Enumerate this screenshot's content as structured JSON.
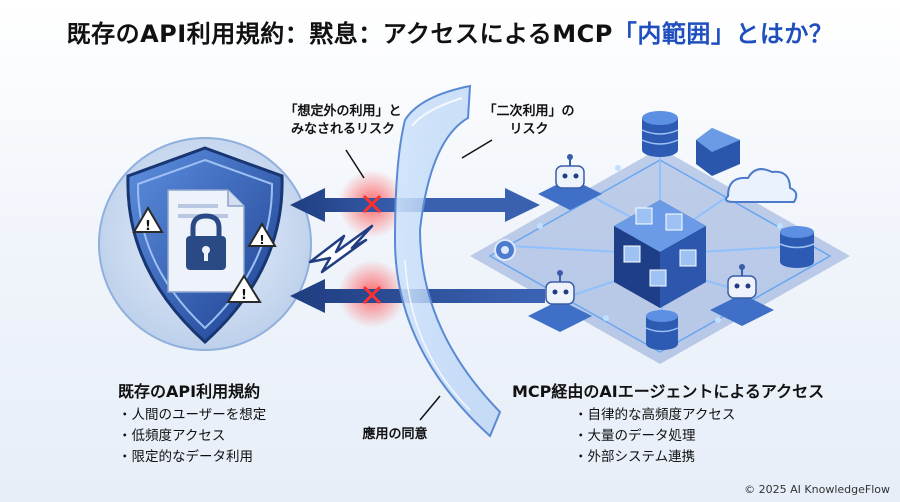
{
  "title": {
    "main": "既存のAPI利用規約：黙息：アクセスによるMCP",
    "accent": "「内範囲」とはか？"
  },
  "labels": {
    "risk_unintended_line1": "「想定外の利用」と",
    "risk_unintended_line2": "みなされるリスク",
    "risk_secondary_line1": "「二次利用」の",
    "risk_secondary_line2": "リスク",
    "consent": "應用の同意"
  },
  "left": {
    "heading": "既存のAPI利用規約",
    "bullets": [
      "人間のユーザーを想定",
      "低頻度アクセス",
      "限定的なデータ利用"
    ]
  },
  "right": {
    "heading": "MCP経由のAIエージェントによるアクセス",
    "bullets": [
      "自律的な高頻度アクセス",
      "大量のデータ処理",
      "外部システム連携"
    ]
  },
  "icons": {
    "shield": "shield-icon",
    "document": "document-icon",
    "lock": "lock-icon",
    "warning": "warning-icon",
    "barrier": "glass-barrier",
    "robot": "robot-icon",
    "database": "database-icon",
    "cloud": "cloud-icon",
    "cube": "cube-network-icon"
  },
  "colors": {
    "accent": "#1f4fbf",
    "shield_dark": "#1c3f8f",
    "shield_light": "#4f7fd6",
    "arrow": "#27488f",
    "danger": "#ff4a4a"
  },
  "copyright": "© 2025 AI KnowledgeFlow"
}
